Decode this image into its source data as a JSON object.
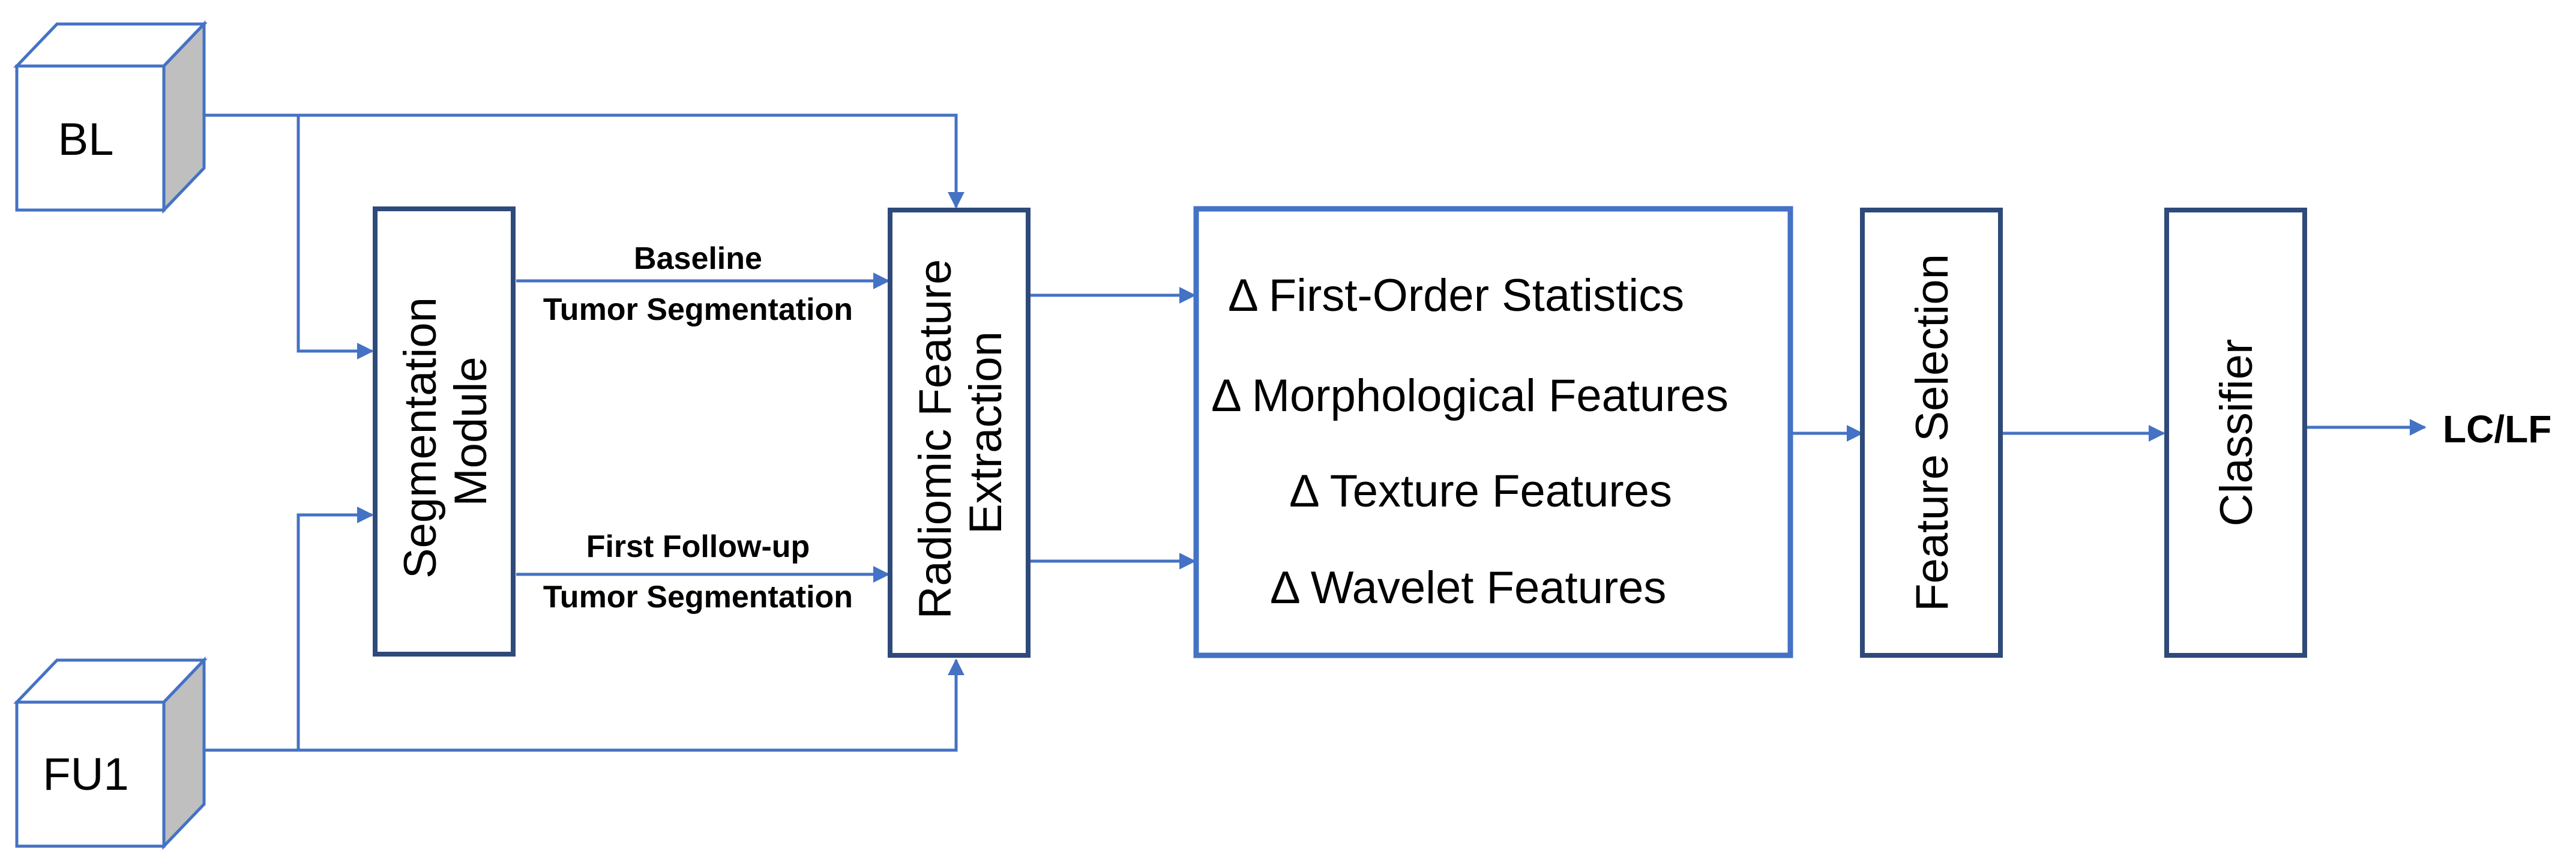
{
  "inputs": {
    "baseline": "BL",
    "follow_up": "FU1"
  },
  "modules": {
    "segmentation_line1": "Segmentation",
    "segmentation_line2": "Module",
    "radiomic_line1": "Radiomic Feature",
    "radiomic_line2": "Extraction",
    "feature_selection": "Feature Selection",
    "classifier": "Classifier"
  },
  "edge_labels": {
    "baseline_line1": "Baseline",
    "baseline_line2": "Tumor Segmentation",
    "followup_line1": "First Follow-up",
    "followup_line2": "Tumor Segmentation"
  },
  "features": [
    "Δ First-Order Statistics",
    "Δ Morphological Features",
    "Δ Texture Features",
    "Δ Wavelet Features"
  ],
  "output": "LC/LF",
  "colors": {
    "box_border": "#2F4A7A",
    "arrow": "#4472C4",
    "cube_border": "#4472C4",
    "cube_side": "#BFBFBF"
  }
}
